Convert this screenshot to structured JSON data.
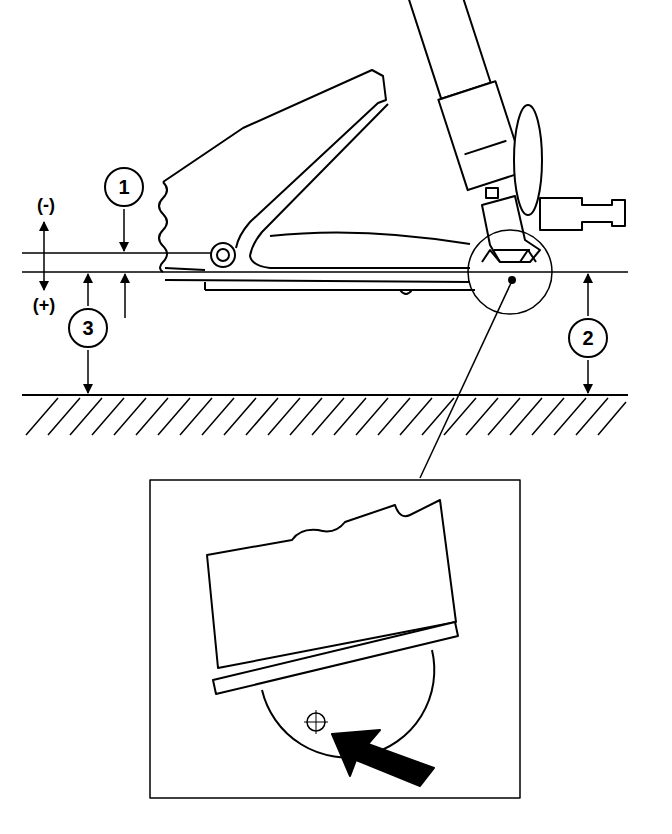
{
  "diagram": {
    "nodes": [
      {
        "text": [
          "1"
        ]
      },
      {
        "text": [
          "3"
        ]
      },
      {
        "text": [
          "2"
        ]
      }
    ],
    "labels": [
      "(-)",
      "(+)"
    ]
  }
}
